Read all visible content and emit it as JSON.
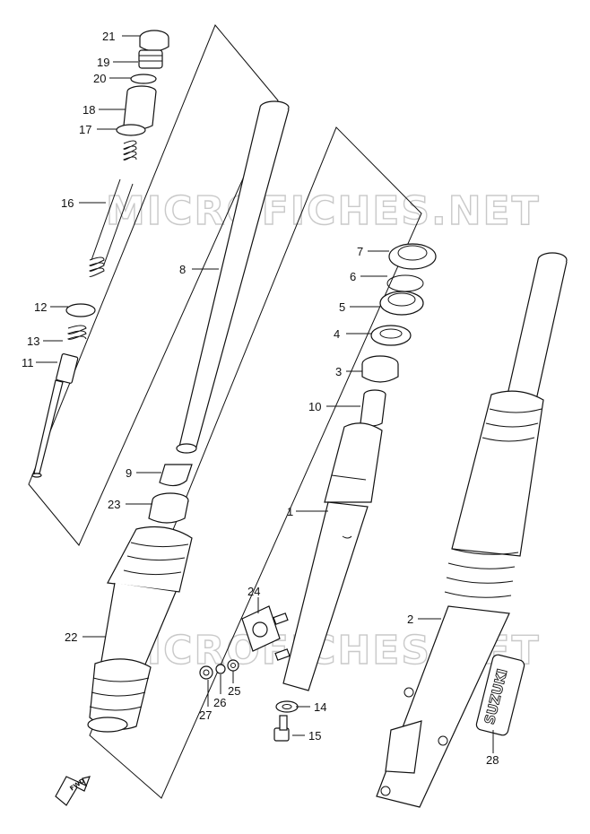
{
  "watermark": "MICROFICHES.NET",
  "fwd_label": "FWD",
  "brand_decal": "SUZUKI",
  "callouts": {
    "c1": "1",
    "c2": "2",
    "c3": "3",
    "c4": "4",
    "c5": "5",
    "c6": "6",
    "c7": "7",
    "c8": "8",
    "c9": "9",
    "c10": "10",
    "c11": "11",
    "c12": "12",
    "c13": "13",
    "c14": "14",
    "c15": "15",
    "c16": "16",
    "c17": "17",
    "c18": "18",
    "c19": "19",
    "c20": "20",
    "c21": "21",
    "c22": "22",
    "c23": "23",
    "c24": "24",
    "c25": "25",
    "c26": "26",
    "c27": "27",
    "c28": "28"
  }
}
